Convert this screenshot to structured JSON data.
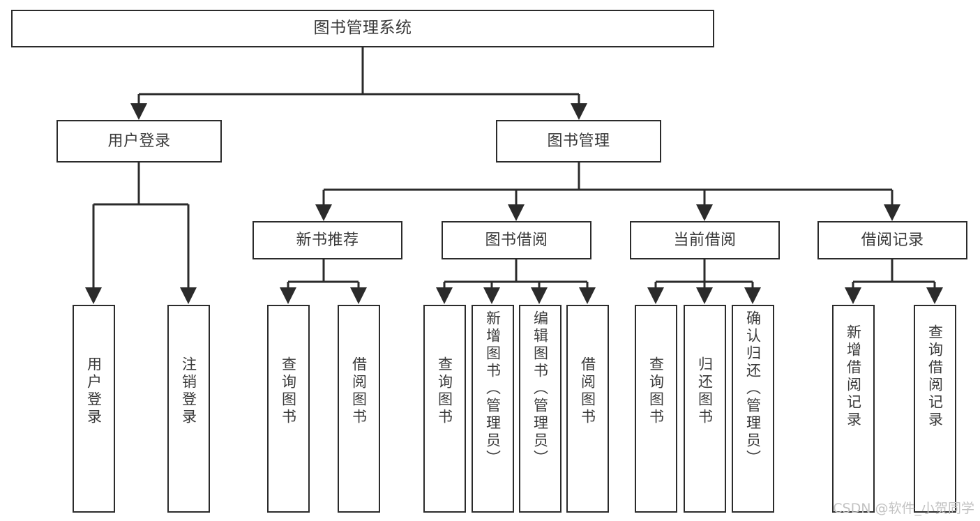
{
  "diagram": {
    "title": "图书管理系统",
    "type": "tree",
    "orientation": "top-down",
    "colors": {
      "background": "#ffffff",
      "node_border": "#2b2b2b",
      "node_fill": "#ffffff",
      "text": "#3a3a3a",
      "edge": "#2b2b2b",
      "watermark": "#c2c2c2"
    },
    "nodes": {
      "root": {
        "id": "root",
        "label": "图书管理系统",
        "level": 1
      },
      "level2": [
        {
          "id": "user-login",
          "label": "用户登录",
          "level": 2
        },
        {
          "id": "book-manage",
          "label": "图书管理",
          "level": 2
        }
      ],
      "level3": [
        {
          "id": "new-book-recommend",
          "label": "新书推荐",
          "level": 3,
          "parent": "book-manage"
        },
        {
          "id": "book-borrow",
          "label": "图书借阅",
          "level": 3,
          "parent": "book-manage"
        },
        {
          "id": "current-borrow",
          "label": "当前借阅",
          "level": 3,
          "parent": "book-manage"
        },
        {
          "id": "borrow-record",
          "label": "借阅记录",
          "level": 3,
          "parent": "book-manage"
        }
      ],
      "leaves": [
        {
          "id": "leaf-user-login",
          "label": "用户登录",
          "parent": "user-login"
        },
        {
          "id": "leaf-user-logout",
          "label": "注销登录",
          "parent": "user-login"
        },
        {
          "id": "leaf-query-book-1",
          "label": "查询图书",
          "parent": "new-book-recommend"
        },
        {
          "id": "leaf-borrow-book-1",
          "label": "借阅图书",
          "parent": "new-book-recommend"
        },
        {
          "id": "leaf-query-book-2",
          "label": "查询图书",
          "parent": "book-borrow"
        },
        {
          "id": "leaf-add-book",
          "label": "新增图书（管理员）",
          "parent": "book-borrow"
        },
        {
          "id": "leaf-edit-book",
          "label": "编辑图书（管理员）",
          "parent": "book-borrow"
        },
        {
          "id": "leaf-borrow-book-2",
          "label": "借阅图书",
          "parent": "book-borrow"
        },
        {
          "id": "leaf-query-book-3",
          "label": "查询图书",
          "parent": "current-borrow"
        },
        {
          "id": "leaf-return-book",
          "label": "归还图书",
          "parent": "current-borrow"
        },
        {
          "id": "leaf-confirm-return",
          "label": "确认归还（管理员）",
          "parent": "current-borrow"
        },
        {
          "id": "leaf-add-record",
          "label": "新增借阅记录",
          "parent": "borrow-record"
        },
        {
          "id": "leaf-query-record",
          "label": "查询借阅记录",
          "parent": "borrow-record"
        }
      ]
    },
    "watermark": "CSDN @软件_小贺同学"
  }
}
